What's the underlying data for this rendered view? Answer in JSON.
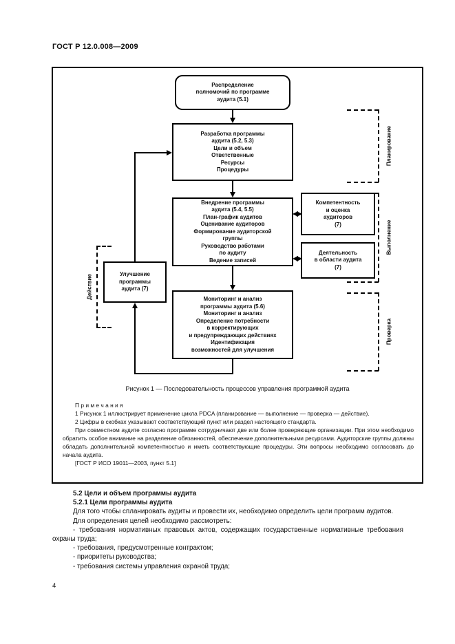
{
  "page": {
    "header": "ГОСТ Р 12.0.008—2009",
    "page_number": "4"
  },
  "figure": {
    "caption": "Рисунок 1 — Последовательность процессов управления программой аудита",
    "flowchart": {
      "box_authority": {
        "lines": [
          "Распределение",
          "полномочий по программе",
          "аудита (5.1)"
        ]
      },
      "box_development": {
        "title": [
          "Разработка программы",
          "аудита (5.2, 5.3)"
        ],
        "items": [
          "Цели и объем",
          "Ответственные",
          "Ресурсы",
          "Процедуры"
        ]
      },
      "box_implementation": {
        "title": [
          "Внедрение программы",
          "аудита (5.4, 5.5)"
        ],
        "items": [
          "План-график аудитов",
          "Оценивание аудиторов",
          "Формирование аудиторской",
          "группы",
          "Руководство работами",
          "по аудиту",
          "Ведение записей"
        ]
      },
      "box_monitoring": {
        "title": [
          "Мониторинг и анализ",
          "программы аудита (5.6)"
        ],
        "items": [
          "Мониторинг и анализ",
          "Определение потребности",
          "в корректирующих",
          "и предупреждающих действиях",
          "Идентификация",
          "возможностей для улучшения"
        ]
      },
      "box_improvement": {
        "lines": [
          "Улучшение",
          "программы",
          "аудита (7)"
        ]
      },
      "box_competence": {
        "lines": [
          "Компетентность",
          "и оценка",
          "аудиторов",
          "(7)"
        ]
      },
      "box_activity": {
        "lines": [
          "Деятельность",
          "в области аудита",
          "(7)"
        ]
      },
      "labels": {
        "planning": "Планирование",
        "execution": "Выполнение",
        "check": "Проверка",
        "action": "Действие"
      }
    },
    "notes": {
      "heading": "П р и м е ч а н и я",
      "note1": "1 Рисунок 1 иллюстрирует применение цикла PDCA (планирование — выполнение — проверка — действие).",
      "note2": "2 Цифры в скобках указывают соответствующий пункт или раздел настоящего стандарта.",
      "para": "При совместном аудите согласно программе сотрудничают две или более проверяющие организации. При этом необходимо обратить особое внимание на разделение обязанностей, обеспечение дополнительными ресурсами. Аудиторские группы должны обладать дополнительной компетентностью и иметь соответствующие процедуры. Эти вопросы необходимо согласовать до начала аудита.",
      "ref": "[ГОСТ Р ИСО 19011—2003, пункт 5.1]"
    }
  },
  "body": {
    "heading_52": "5.2 Цели и объем программы аудита",
    "heading_521": "5.2.1 Цели программы аудита",
    "para1": "Для того чтобы спланировать аудиты и провести их, необходимо определить цели программ аудитов.",
    "para2": "Для определения целей необходимо рассмотреть:",
    "bullets": [
      "- требования нормативных правовых актов, содержащих государственные нормативные требования охраны труда;",
      "- требования, предусмотренные контрактом;",
      "- приоритеты руководства;",
      "- требования системы управления охраной труда;"
    ]
  }
}
